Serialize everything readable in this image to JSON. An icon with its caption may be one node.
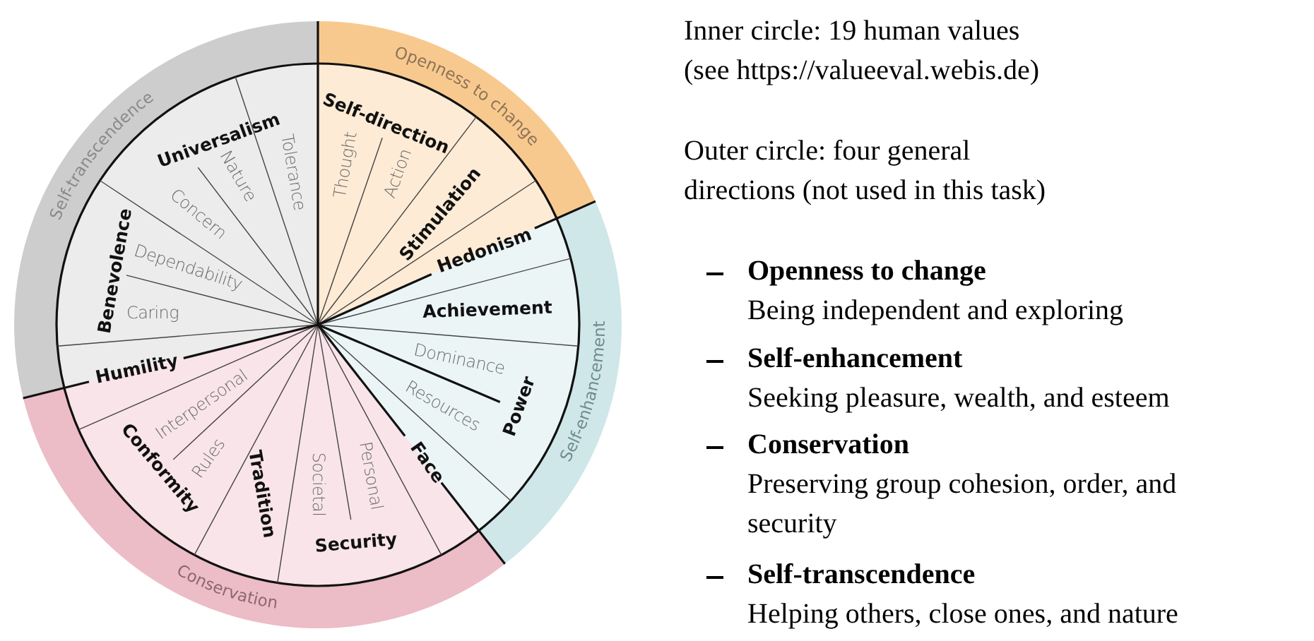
{
  "diagram": {
    "labels": [
      "Openness to change",
      "Self-enhancement",
      "Conservation",
      "Self-transcendence",
      "Self-direction",
      "Thought",
      "Action",
      "Stimulation",
      "Hedonism",
      "Achievement",
      "Dominance",
      "Resources",
      "Power",
      "Face",
      "Personal",
      "Societal",
      "Security",
      "Tradition",
      "Conformity",
      "Rules",
      "Interpersonal",
      "Humility",
      "Caring",
      "Dependability",
      "Benevolence",
      "Concern",
      "Universalism",
      "Nature",
      "Tolerance",
      "Inner circle: 19 human values (see https://valueeval.webis.de)",
      "Outer circle: four general directions (not used in this task)",
      "Openness to change",
      "Being independent and exploring",
      "Self-enhancement",
      "Seeking pleasure, wealth, and esteem",
      "Conservation",
      "Preserving group cohesion, order, and security",
      "Self-transcendence",
      "Helping others, close ones, and nature"
    ]
  }
}
